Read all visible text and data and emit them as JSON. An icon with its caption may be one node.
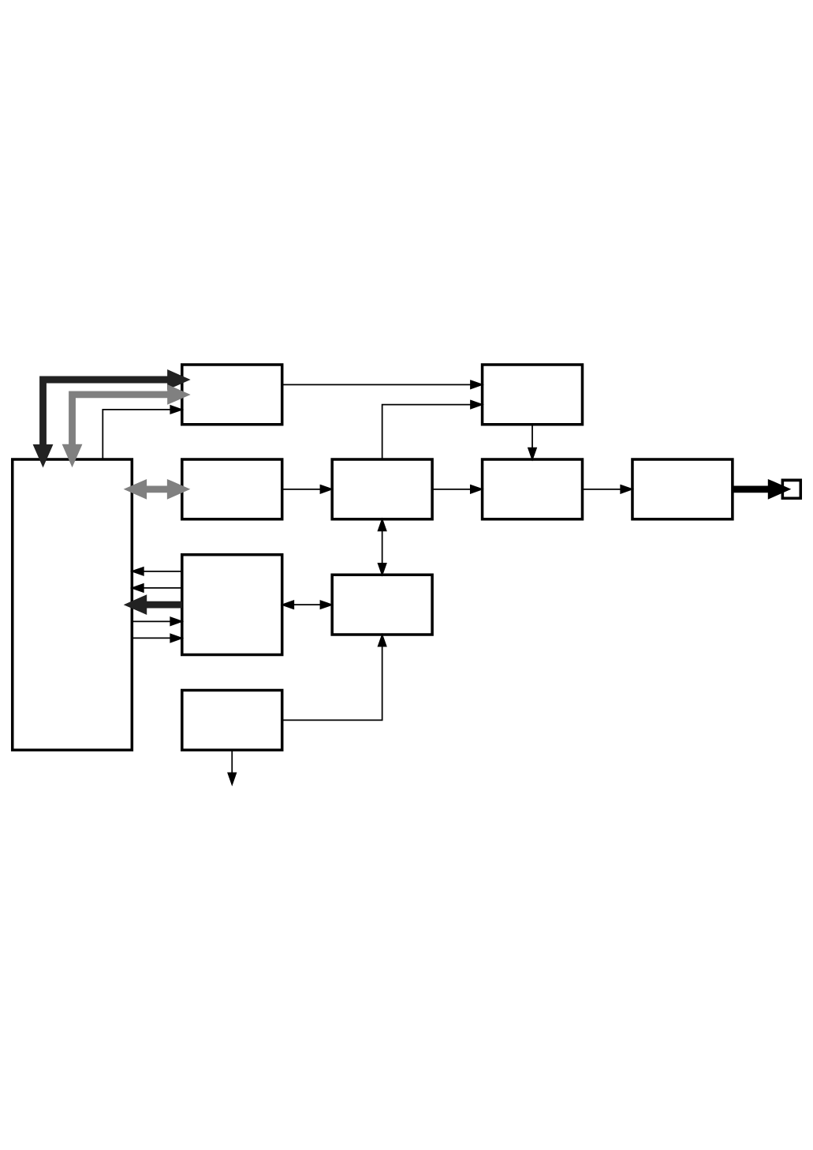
{
  "diagram": {
    "nodes": [
      {
        "text": [],
        "shape": "box"
      },
      {
        "text": [],
        "shape": "box"
      },
      {
        "text": [],
        "shape": "box"
      },
      {
        "text": [],
        "shape": "box"
      },
      {
        "text": [],
        "shape": "box"
      },
      {
        "text": [],
        "shape": "box"
      },
      {
        "text": [],
        "shape": "box"
      },
      {
        "text": [],
        "shape": "box"
      },
      {
        "text": [],
        "shape": "box"
      },
      {
        "text": [],
        "shape": "box"
      },
      {
        "text": [],
        "shape": "box"
      }
    ],
    "edges": [
      {
        "from": 0,
        "to": 1,
        "arrow": "both",
        "style": "thick",
        "color": "#222222"
      },
      {
        "from": 3,
        "to": 0,
        "arrow": "to",
        "style": "thick",
        "color": "#222222"
      },
      {
        "from": 0,
        "to": 1,
        "arrow": "both",
        "style": "thick",
        "color": "#808080"
      },
      {
        "from": 0,
        "to": 2,
        "arrow": "both",
        "style": "thick",
        "color": "#808080"
      },
      {
        "from": 0,
        "to": 1,
        "arrow": "to"
      },
      {
        "from": 3,
        "to": 0,
        "arrow": "to"
      },
      {
        "from": 0,
        "to": 3,
        "arrow": "to"
      },
      {
        "from": 0,
        "to": 3,
        "arrow": "to"
      },
      {
        "from": 3,
        "to": 0,
        "arrow": "to"
      },
      {
        "from": 1,
        "to": 7,
        "arrow": "to"
      },
      {
        "from": 2,
        "to": 5,
        "arrow": "to"
      },
      {
        "from": 5,
        "to": 6,
        "arrow": "both"
      },
      {
        "from": 3,
        "to": 6,
        "arrow": "both"
      },
      {
        "from": 4,
        "to": 6,
        "arrow": "to"
      },
      {
        "from": 4,
        "to": null,
        "arrow": "to"
      },
      {
        "from": 5,
        "to": 7,
        "arrow": "to"
      },
      {
        "from": 5,
        "to": 8,
        "arrow": "to"
      },
      {
        "from": 7,
        "to": 8,
        "arrow": "to"
      },
      {
        "from": 8,
        "to": 9,
        "arrow": "to"
      },
      {
        "from": 9,
        "to": 10,
        "arrow": "to",
        "style": "thick"
      }
    ]
  }
}
